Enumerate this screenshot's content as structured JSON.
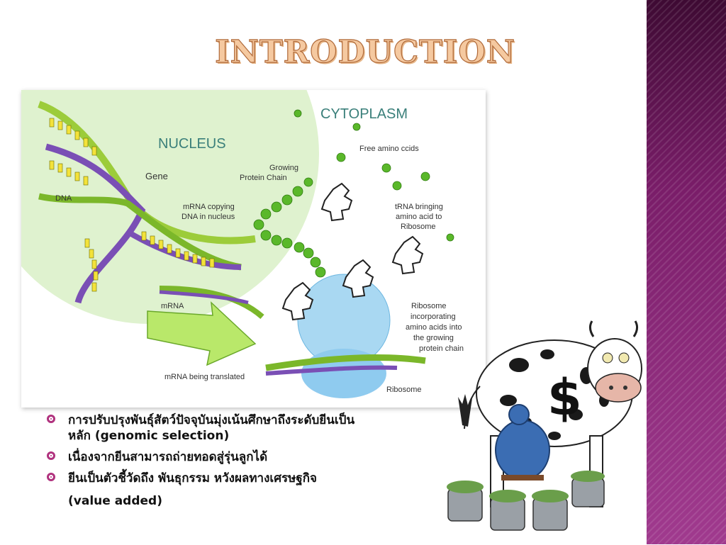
{
  "slide": {
    "title": "INTRODUCTION",
    "bullets": [
      {
        "line1": "การปรับปรุงพันธุ์สัตว์ปัจจุบันมุ่งเน้นศึกษาถึงระดับยีนเป็น",
        "line2": "หลัก (genomic selection)"
      },
      {
        "line1": "เนื่องจากยีนสามารถถ่ายทอดสู่รุ่นลูกได้",
        "line2": ""
      },
      {
        "line1": "ยีนเป็นตัวชี้วัดถึง พันธุกรรม หวังผลทางเศรษฐกิจ",
        "line2": "(value added)"
      }
    ]
  },
  "figure": {
    "nucleus": "NUCLEUS",
    "cytoplasm": "CYTOPLASM",
    "gene": "Gene",
    "dna": "DNA",
    "mrna_copying": [
      "mRNA copying",
      "DNA in nucleus"
    ],
    "growing_chain": [
      "Growing",
      "Protein Chain"
    ],
    "free_amino": "Free amino ccids",
    "trna": [
      "tRNA bringing",
      "amino acid to",
      "Ribosome"
    ],
    "mrna": "mRNA",
    "ribosome_text": [
      "Ribosome",
      "incorporating",
      "amino acids into",
      "the growing",
      "protein chain"
    ],
    "mrna_translated": "mRNA being translated",
    "ribosome": "Ribosome"
  },
  "colors": {
    "accent": "#b0327e",
    "band": "#8e2a7a",
    "title": "#f5c9a0",
    "nucleus": "#d9f0c8",
    "ribosome": "#a9d8f2"
  }
}
